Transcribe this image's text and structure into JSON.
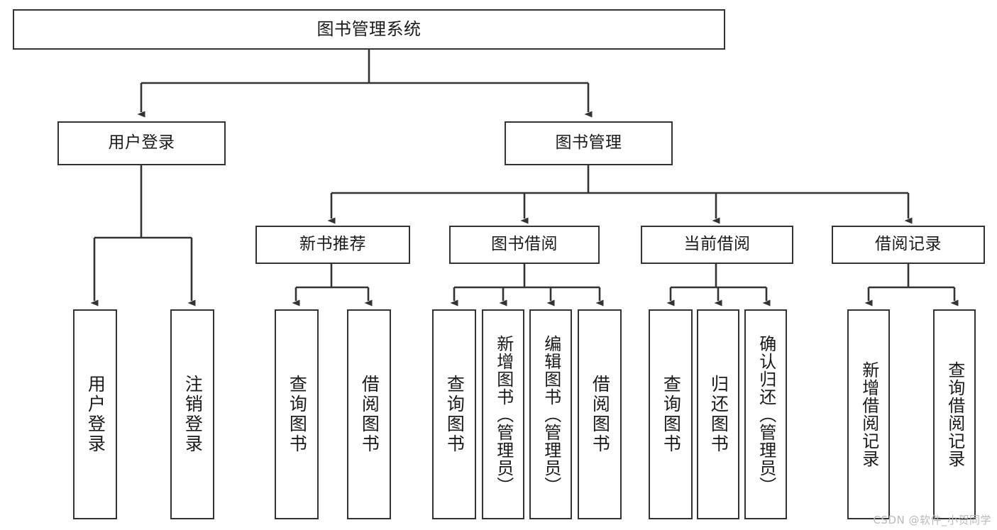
{
  "diagram": {
    "type": "tree",
    "title": "图书管理系统",
    "orientation": "top-down",
    "stroke_color": "#333333",
    "fill_color": "#ffffff",
    "text_color": "#1a1a1a"
  },
  "nodes": {
    "root": {
      "label": "图书管理系统"
    },
    "level2": [
      {
        "label": "用户登录"
      },
      {
        "label": "图书管理"
      }
    ],
    "level3": [
      {
        "label": "新书推荐"
      },
      {
        "label": "图书借阅"
      },
      {
        "label": "当前借阅"
      },
      {
        "label": "借阅记录"
      }
    ],
    "leaves": {
      "user_login": [
        {
          "label": "用户登录"
        },
        {
          "label": "注销登录"
        }
      ],
      "new_book": [
        {
          "label": "查询图书"
        },
        {
          "label": "借阅图书"
        }
      ],
      "book_borrow": [
        {
          "label": "查询图书"
        },
        {
          "label": "新增图书（管理员）"
        },
        {
          "label": "编辑图书（管理员）"
        },
        {
          "label": "借阅图书"
        }
      ],
      "current_borrow": [
        {
          "label": "查询图书"
        },
        {
          "label": "归还图书"
        },
        {
          "label": "确认归还（管理员）"
        }
      ],
      "borrow_record": [
        {
          "label": "新增借阅记录"
        },
        {
          "label": "查询借阅记录"
        }
      ]
    }
  },
  "watermark": {
    "text": "CSDN @软件_小贺同学"
  }
}
